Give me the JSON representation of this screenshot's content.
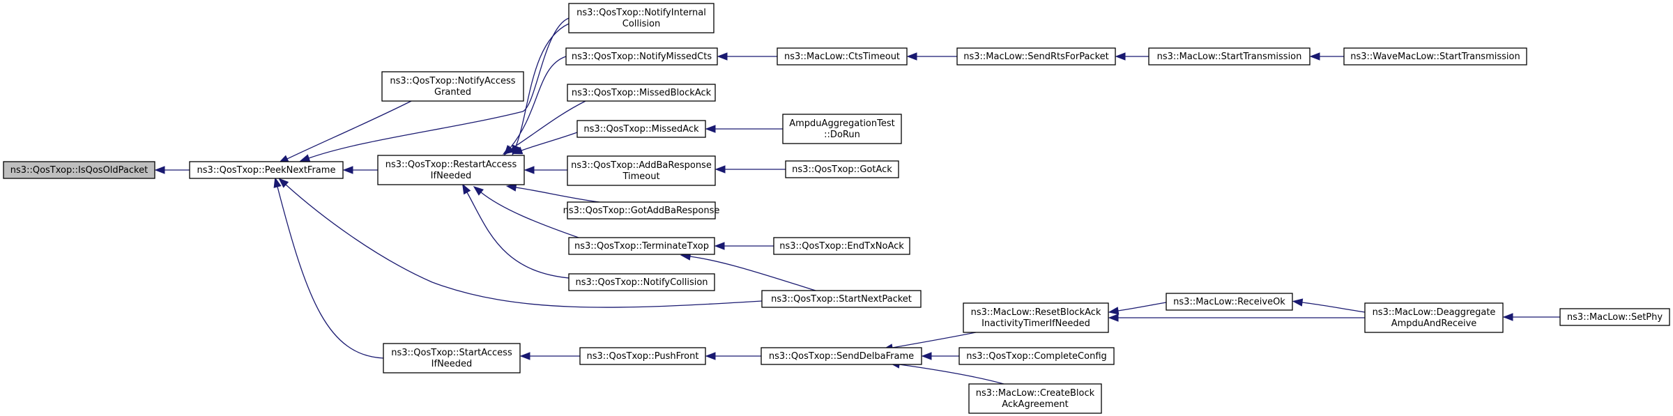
{
  "diagram": {
    "accent_color": "#191970",
    "root_fill": "#bfbfbf",
    "nodes": [
      {
        "id": "isQosOldPacket",
        "lines": [
          "ns3::QosTxop::IsQosOldPacket"
        ]
      },
      {
        "id": "peekNextFrame",
        "lines": [
          "ns3::QosTxop::PeekNextFrame"
        ]
      },
      {
        "id": "notifyAccessGranted",
        "lines": [
          "ns3::QosTxop::NotifyAccess",
          "Granted"
        ]
      },
      {
        "id": "restartAccessIfNeeded",
        "lines": [
          "ns3::QosTxop::RestartAccess",
          "IfNeeded"
        ]
      },
      {
        "id": "startAccessIfNeeded",
        "lines": [
          "ns3::QosTxop::StartAccess",
          "IfNeeded"
        ]
      },
      {
        "id": "notifyInternalCollision",
        "lines": [
          "ns3::QosTxop::NotifyInternal",
          "Collision"
        ]
      },
      {
        "id": "notifyMissedCts",
        "lines": [
          "ns3::QosTxop::NotifyMissedCts"
        ]
      },
      {
        "id": "missedBlockAck",
        "lines": [
          "ns3::QosTxop::MissedBlockAck"
        ]
      },
      {
        "id": "missedAck",
        "lines": [
          "ns3::QosTxop::MissedAck"
        ]
      },
      {
        "id": "addBaResponseTimeout",
        "lines": [
          "ns3::QosTxop::AddBaResponse",
          "Timeout"
        ]
      },
      {
        "id": "gotAddBaResponse",
        "lines": [
          "ns3::QosTxop::GotAddBaResponse"
        ]
      },
      {
        "id": "terminateTxop",
        "lines": [
          "ns3::QosTxop::TerminateTxop"
        ]
      },
      {
        "id": "notifyCollision",
        "lines": [
          "ns3::QosTxop::NotifyCollision"
        ]
      },
      {
        "id": "startNextPacket",
        "lines": [
          "ns3::QosTxop::StartNextPacket"
        ]
      },
      {
        "id": "ctsTimeout",
        "lines": [
          "ns3::MacLow::CtsTimeout"
        ]
      },
      {
        "id": "sendRtsForPacket",
        "lines": [
          "ns3::MacLow::SendRtsForPacket"
        ]
      },
      {
        "id": "startTransmission",
        "lines": [
          "ns3::MacLow::StartTransmission"
        ]
      },
      {
        "id": "waveStartTransmission",
        "lines": [
          "ns3::WaveMacLow::StartTransmission"
        ]
      },
      {
        "id": "ampduDoRun",
        "lines": [
          "AmpduAggregationTest",
          "::DoRun"
        ]
      },
      {
        "id": "gotAck",
        "lines": [
          "ns3::QosTxop::GotAck"
        ]
      },
      {
        "id": "endTxNoAck",
        "lines": [
          "ns3::QosTxop::EndTxNoAck"
        ]
      },
      {
        "id": "pushFront",
        "lines": [
          "ns3::QosTxop::PushFront"
        ]
      },
      {
        "id": "sendDelbaFrame",
        "lines": [
          "ns3::QosTxop::SendDelbaFrame"
        ]
      },
      {
        "id": "resetBlockAck",
        "lines": [
          "ns3::MacLow::ResetBlockAck",
          "InactivityTimerIfNeeded"
        ]
      },
      {
        "id": "completeConfig",
        "lines": [
          "ns3::QosTxop::CompleteConfig"
        ]
      },
      {
        "id": "createBlockAck",
        "lines": [
          "ns3::MacLow::CreateBlock",
          "AckAgreement"
        ]
      },
      {
        "id": "receiveOk",
        "lines": [
          "ns3::MacLow::ReceiveOk"
        ]
      },
      {
        "id": "deaggregate",
        "lines": [
          "ns3::MacLow::Deaggregate",
          "AmpduAndReceive"
        ]
      },
      {
        "id": "setPhy",
        "lines": [
          "ns3::MacLow::SetPhy"
        ]
      }
    ],
    "edges": [
      {
        "from": "peekNextFrame",
        "to": "isQosOldPacket"
      },
      {
        "from": "notifyAccessGranted",
        "to": "peekNextFrame"
      },
      {
        "from": "notifyInternalCollision",
        "to": "peekNextFrame"
      },
      {
        "from": "restartAccessIfNeeded",
        "to": "peekNextFrame"
      },
      {
        "from": "startNextPacket",
        "to": "peekNextFrame"
      },
      {
        "from": "startAccessIfNeeded",
        "to": "peekNextFrame"
      },
      {
        "from": "notifyInternalCollision",
        "to": "restartAccessIfNeeded"
      },
      {
        "from": "notifyMissedCts",
        "to": "restartAccessIfNeeded"
      },
      {
        "from": "missedBlockAck",
        "to": "restartAccessIfNeeded"
      },
      {
        "from": "missedAck",
        "to": "restartAccessIfNeeded"
      },
      {
        "from": "addBaResponseTimeout",
        "to": "restartAccessIfNeeded"
      },
      {
        "from": "gotAddBaResponse",
        "to": "restartAccessIfNeeded"
      },
      {
        "from": "terminateTxop",
        "to": "restartAccessIfNeeded"
      },
      {
        "from": "notifyCollision",
        "to": "restartAccessIfNeeded"
      },
      {
        "from": "ctsTimeout",
        "to": "notifyMissedCts"
      },
      {
        "from": "sendRtsForPacket",
        "to": "ctsTimeout"
      },
      {
        "from": "startTransmission",
        "to": "sendRtsForPacket"
      },
      {
        "from": "waveStartTransmission",
        "to": "startTransmission"
      },
      {
        "from": "ampduDoRun",
        "to": "missedAck"
      },
      {
        "from": "gotAck",
        "to": "addBaResponseTimeout"
      },
      {
        "from": "endTxNoAck",
        "to": "terminateTxop"
      },
      {
        "from": "startNextPacket",
        "to": "terminateTxop"
      },
      {
        "from": "pushFront",
        "to": "startAccessIfNeeded"
      },
      {
        "from": "sendDelbaFrame",
        "to": "pushFront"
      },
      {
        "from": "resetBlockAck",
        "to": "sendDelbaFrame"
      },
      {
        "from": "completeConfig",
        "to": "sendDelbaFrame"
      },
      {
        "from": "createBlockAck",
        "to": "sendDelbaFrame"
      },
      {
        "from": "receiveOk",
        "to": "resetBlockAck"
      },
      {
        "from": "deaggregate",
        "to": "resetBlockAck"
      },
      {
        "from": "deaggregate",
        "to": "receiveOk"
      },
      {
        "from": "setPhy",
        "to": "deaggregate"
      }
    ]
  }
}
